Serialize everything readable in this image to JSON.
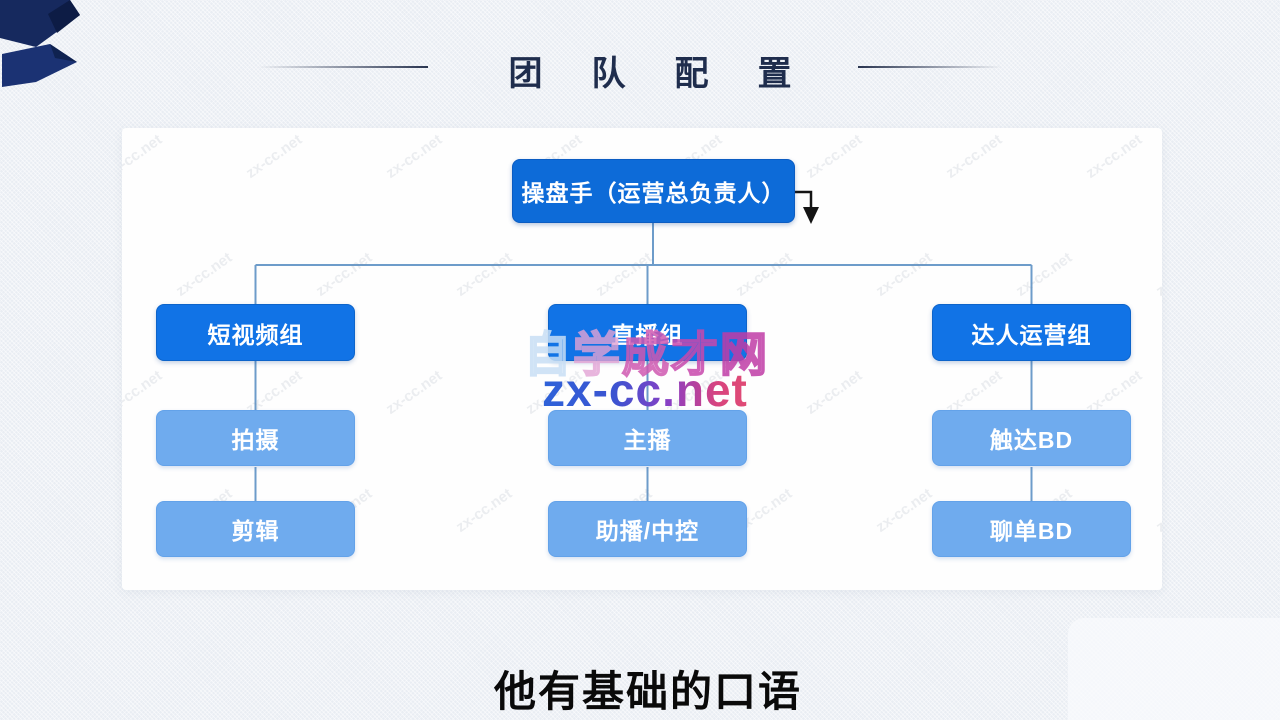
{
  "slide": {
    "title": "团队配置",
    "subtitle": "他有基础的口语"
  },
  "org_chart": {
    "root": "操盘手（运营总负责人）",
    "columns": [
      {
        "head": "短视频组",
        "children": [
          "拍摄",
          "剪辑"
        ]
      },
      {
        "head": "直播组",
        "children": [
          "主播",
          "助播/中控"
        ]
      },
      {
        "head": "达人运营组",
        "children": [
          "触达BD",
          "聊单BD"
        ]
      }
    ]
  },
  "watermark": {
    "cn_text": "自学成才网",
    "cn_colors": [
      "rgba(200,222,244,0.85)",
      "rgba(226,162,212,0.8)",
      "rgba(207,88,176,0.85)",
      "rgba(200,72,172,0.85)",
      "rgba(191,60,166,0.85)"
    ],
    "site_text": "zx-cc.net",
    "tile_text": "zx-cc.net"
  },
  "colors": {
    "primary_blue": "#1173e6",
    "root_blue": "#0d6bd8",
    "light_blue": "#6fabee",
    "connector": "#6d9cca",
    "title_navy": "#1f2d4d",
    "ribbon_navy": "#16295e",
    "arrow_black": "#141414",
    "watermark_gradient_start": "#2e62d9",
    "watermark_gradient_end": "#e04b74"
  }
}
